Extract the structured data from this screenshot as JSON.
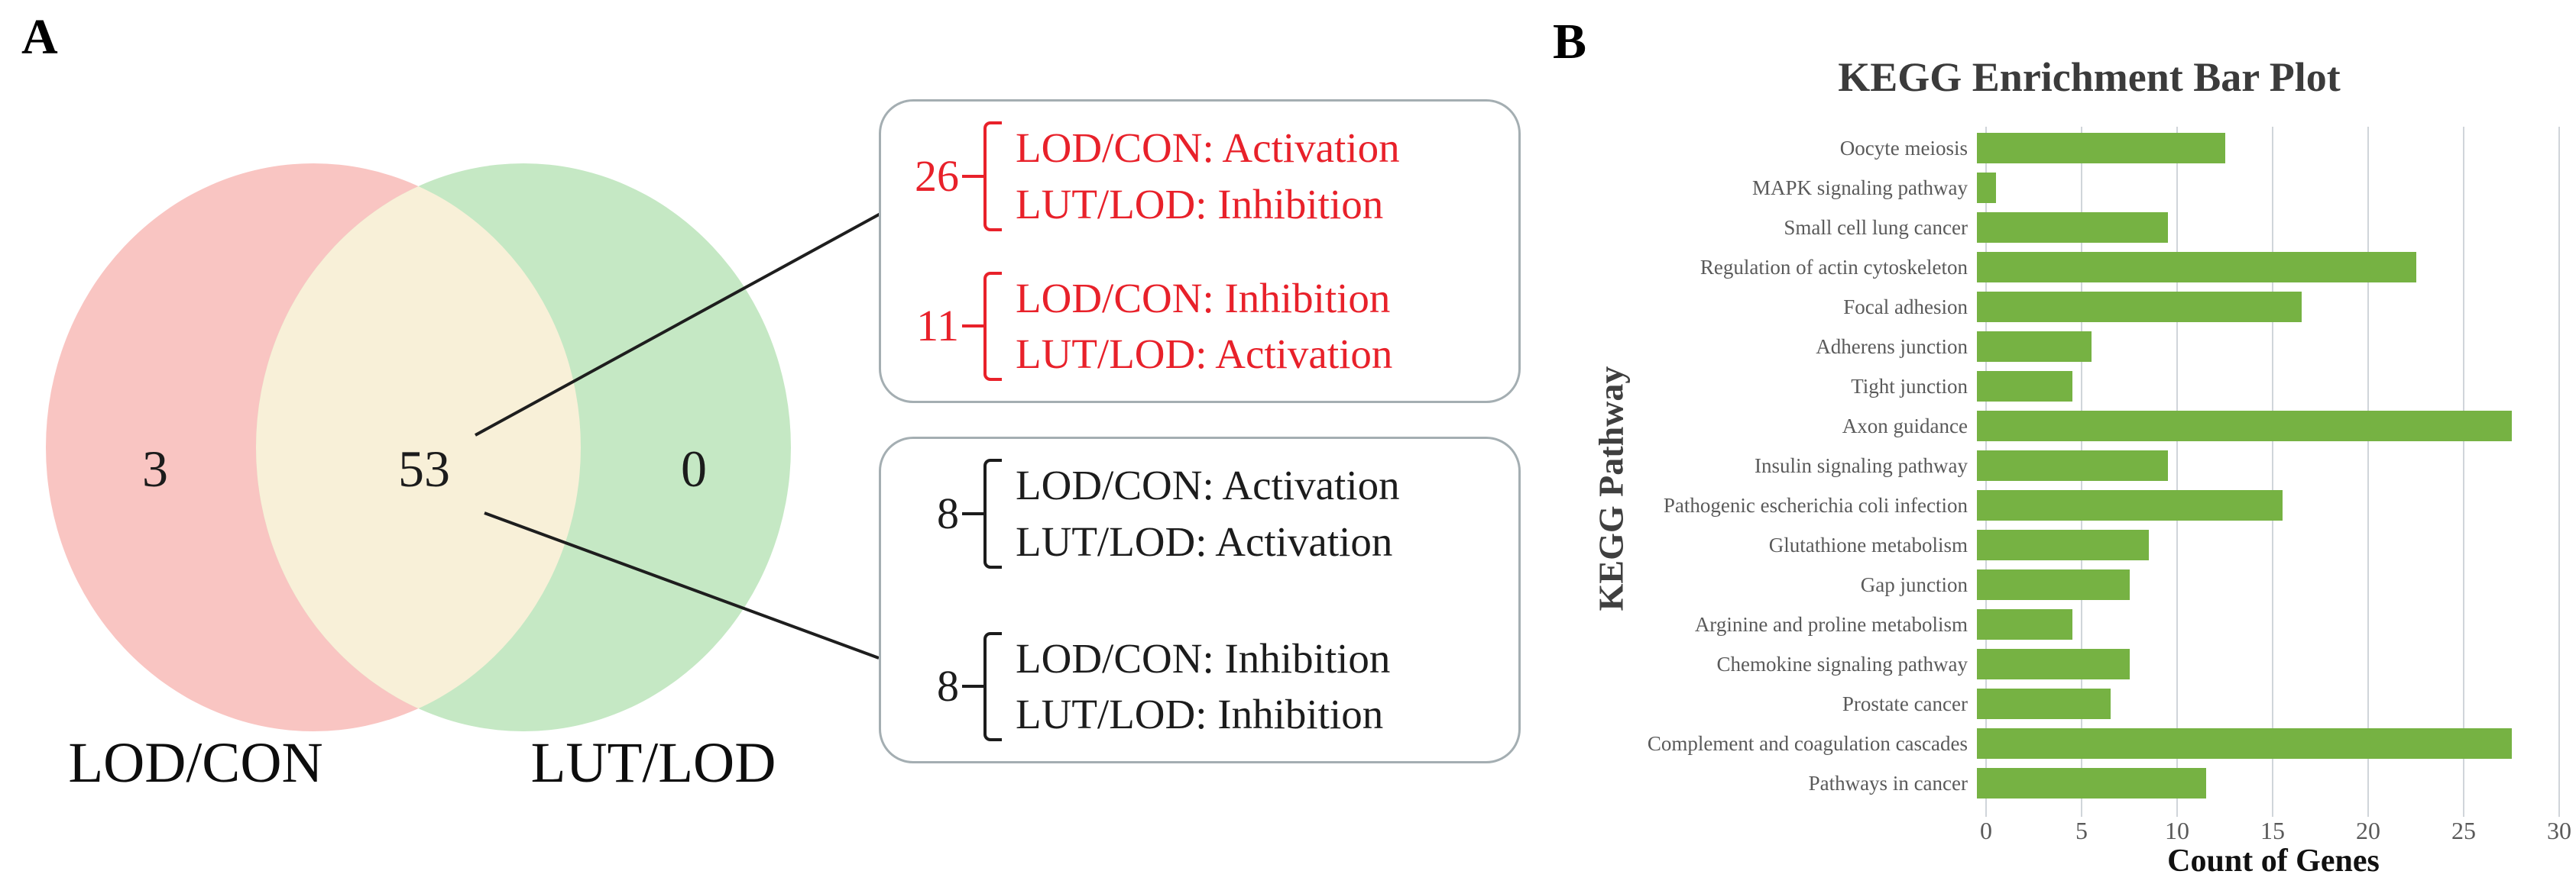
{
  "panel_a": {
    "label": "A",
    "venn": {
      "left_label": "LOD/CON",
      "right_label": "LUT/LOD",
      "left_only_count": "3",
      "overlap_count": "53",
      "right_only_count": "0",
      "left_color": "#f9c5c2",
      "overlap_color": "#f8f0d8",
      "right_color": "#c5e8c4"
    },
    "line_color": "#1e1e1e",
    "boxes": [
      {
        "text_color": "#e8212a",
        "groups": [
          {
            "count": "26",
            "lines": [
              "LOD/CON: Activation",
              "LUT/LOD: Inhibition"
            ]
          },
          {
            "count": "11",
            "lines": [
              "LOD/CON: Inhibition",
              "LUT/LOD: Activation"
            ]
          }
        ]
      },
      {
        "text_color": "#1c1c1c",
        "groups": [
          {
            "count": "8",
            "lines": [
              "LOD/CON: Activation",
              "LUT/LOD: Activation"
            ]
          },
          {
            "count": "8",
            "lines": [
              "LOD/CON: Inhibition",
              "LUT/LOD: Inhibition"
            ]
          }
        ]
      }
    ]
  },
  "panel_b": {
    "label": "B"
  },
  "chart_data": {
    "type": "bar",
    "orientation": "horizontal",
    "title": "KEGG Enrichment Bar Plot",
    "xlabel": "Count of Genes",
    "ylabel": "KEGG Pathway",
    "xlim": [
      0,
      30
    ],
    "x_ticks": [
      0,
      5,
      10,
      15,
      20,
      25,
      30
    ],
    "grid": true,
    "legend": false,
    "bar_color": "#76b243",
    "categories": [
      "Oocyte meiosis",
      "MAPK signaling pathway",
      "Small cell lung cancer",
      "Regulation of actin cytoskeleton",
      "Focal adhesion",
      "Adherens junction",
      "Tight junction",
      "Axon guidance",
      "Insulin signaling pathway",
      "Pathogenic escherichia coli infection",
      "Glutathione metabolism",
      "Gap junction",
      "Arginine and proline metabolism",
      "Chemokine signaling pathway",
      "Prostate cancer",
      "Complement and coagulation cascades",
      "Pathways in cancer"
    ],
    "values": [
      13,
      1,
      10,
      23,
      17,
      6,
      5,
      28,
      10,
      16,
      9,
      8,
      5,
      8,
      7,
      28,
      12
    ]
  }
}
